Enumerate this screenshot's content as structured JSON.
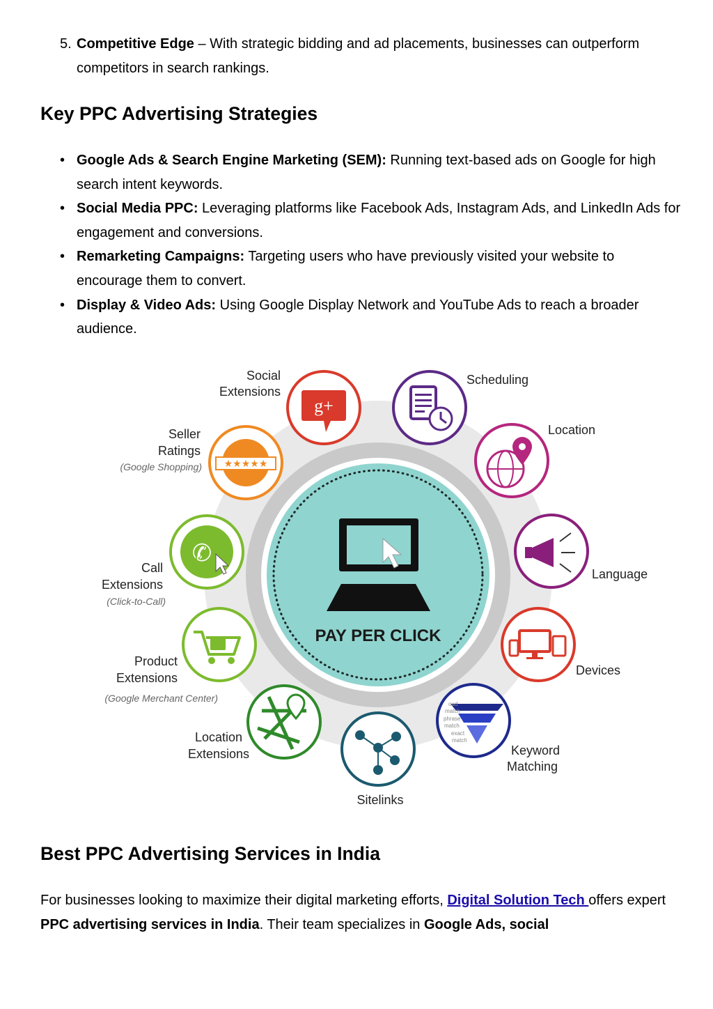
{
  "list_item_5": {
    "number": "5.",
    "bold": "Competitive Edge",
    "text": " – With strategic bidding and ad placements, businesses can outperform competitors in search rankings."
  },
  "heading_strategies": "Key PPC Advertising Strategies",
  "strategies": [
    {
      "bold": "Google Ads & Search Engine Marketing (SEM):",
      "text": " Running text-based ads on Google for high search intent keywords."
    },
    {
      "bold": "Social Media PPC:",
      "text": " Leveraging platforms like Facebook Ads, Instagram Ads, and LinkedIn Ads for engagement and conversions."
    },
    {
      "bold": "Remarketing Campaigns:",
      "text": " Targeting users who have previously visited your website to encourage them to convert."
    },
    {
      "bold": "Display & Video Ads:",
      "text": " Using Google Display Network and YouTube Ads to reach a broader audience."
    }
  ],
  "diagram": {
    "center_label": "PAY PER CLICK",
    "labels": {
      "social_extensions": [
        "Social",
        "Extensions"
      ],
      "scheduling": "Scheduling",
      "seller_ratings": [
        "Seller",
        "Ratings"
      ],
      "seller_ratings_sub": "(Google Shopping)",
      "location": "Location",
      "call_extensions": [
        "Call",
        "Extensions"
      ],
      "call_extensions_sub": "(Click-to-Call)",
      "language": "Language",
      "product_extensions": [
        "Product",
        "Extensions"
      ],
      "product_extensions_sub": "(Google Merchant Center)",
      "devices": "Devices",
      "location_extensions": [
        "Location",
        "Extensions"
      ],
      "keyword_matching": [
        "Keyword",
        "Matching"
      ],
      "sitelinks": "Sitelinks",
      "funnel_words": [
        "oad",
        "match",
        "phrase",
        "match",
        "exact",
        "match"
      ],
      "gplus": "g+"
    },
    "colors": {
      "red": "#d93a2b",
      "purple": "#5b2a86",
      "orange": "#ef8a22",
      "magenta": "#b5267e",
      "green": "#7dbb2e",
      "deep_purple": "#8a1f7b",
      "dark_green": "#2f8a2a",
      "teal": "#1b5a6e",
      "navy": "#1d2a8c",
      "center_teal": "#8fd4cf"
    }
  },
  "heading_best": "Best PPC Advertising Services in India",
  "best_para": {
    "t1": "For businesses looking to maximize their digital marketing efforts, ",
    "link": "Digital Solution Tech ",
    "t2": "offers expert ",
    "b1": "PPC advertising services in India",
    "t3": ". Their team specializes in ",
    "b2": "Google Ads, social"
  }
}
